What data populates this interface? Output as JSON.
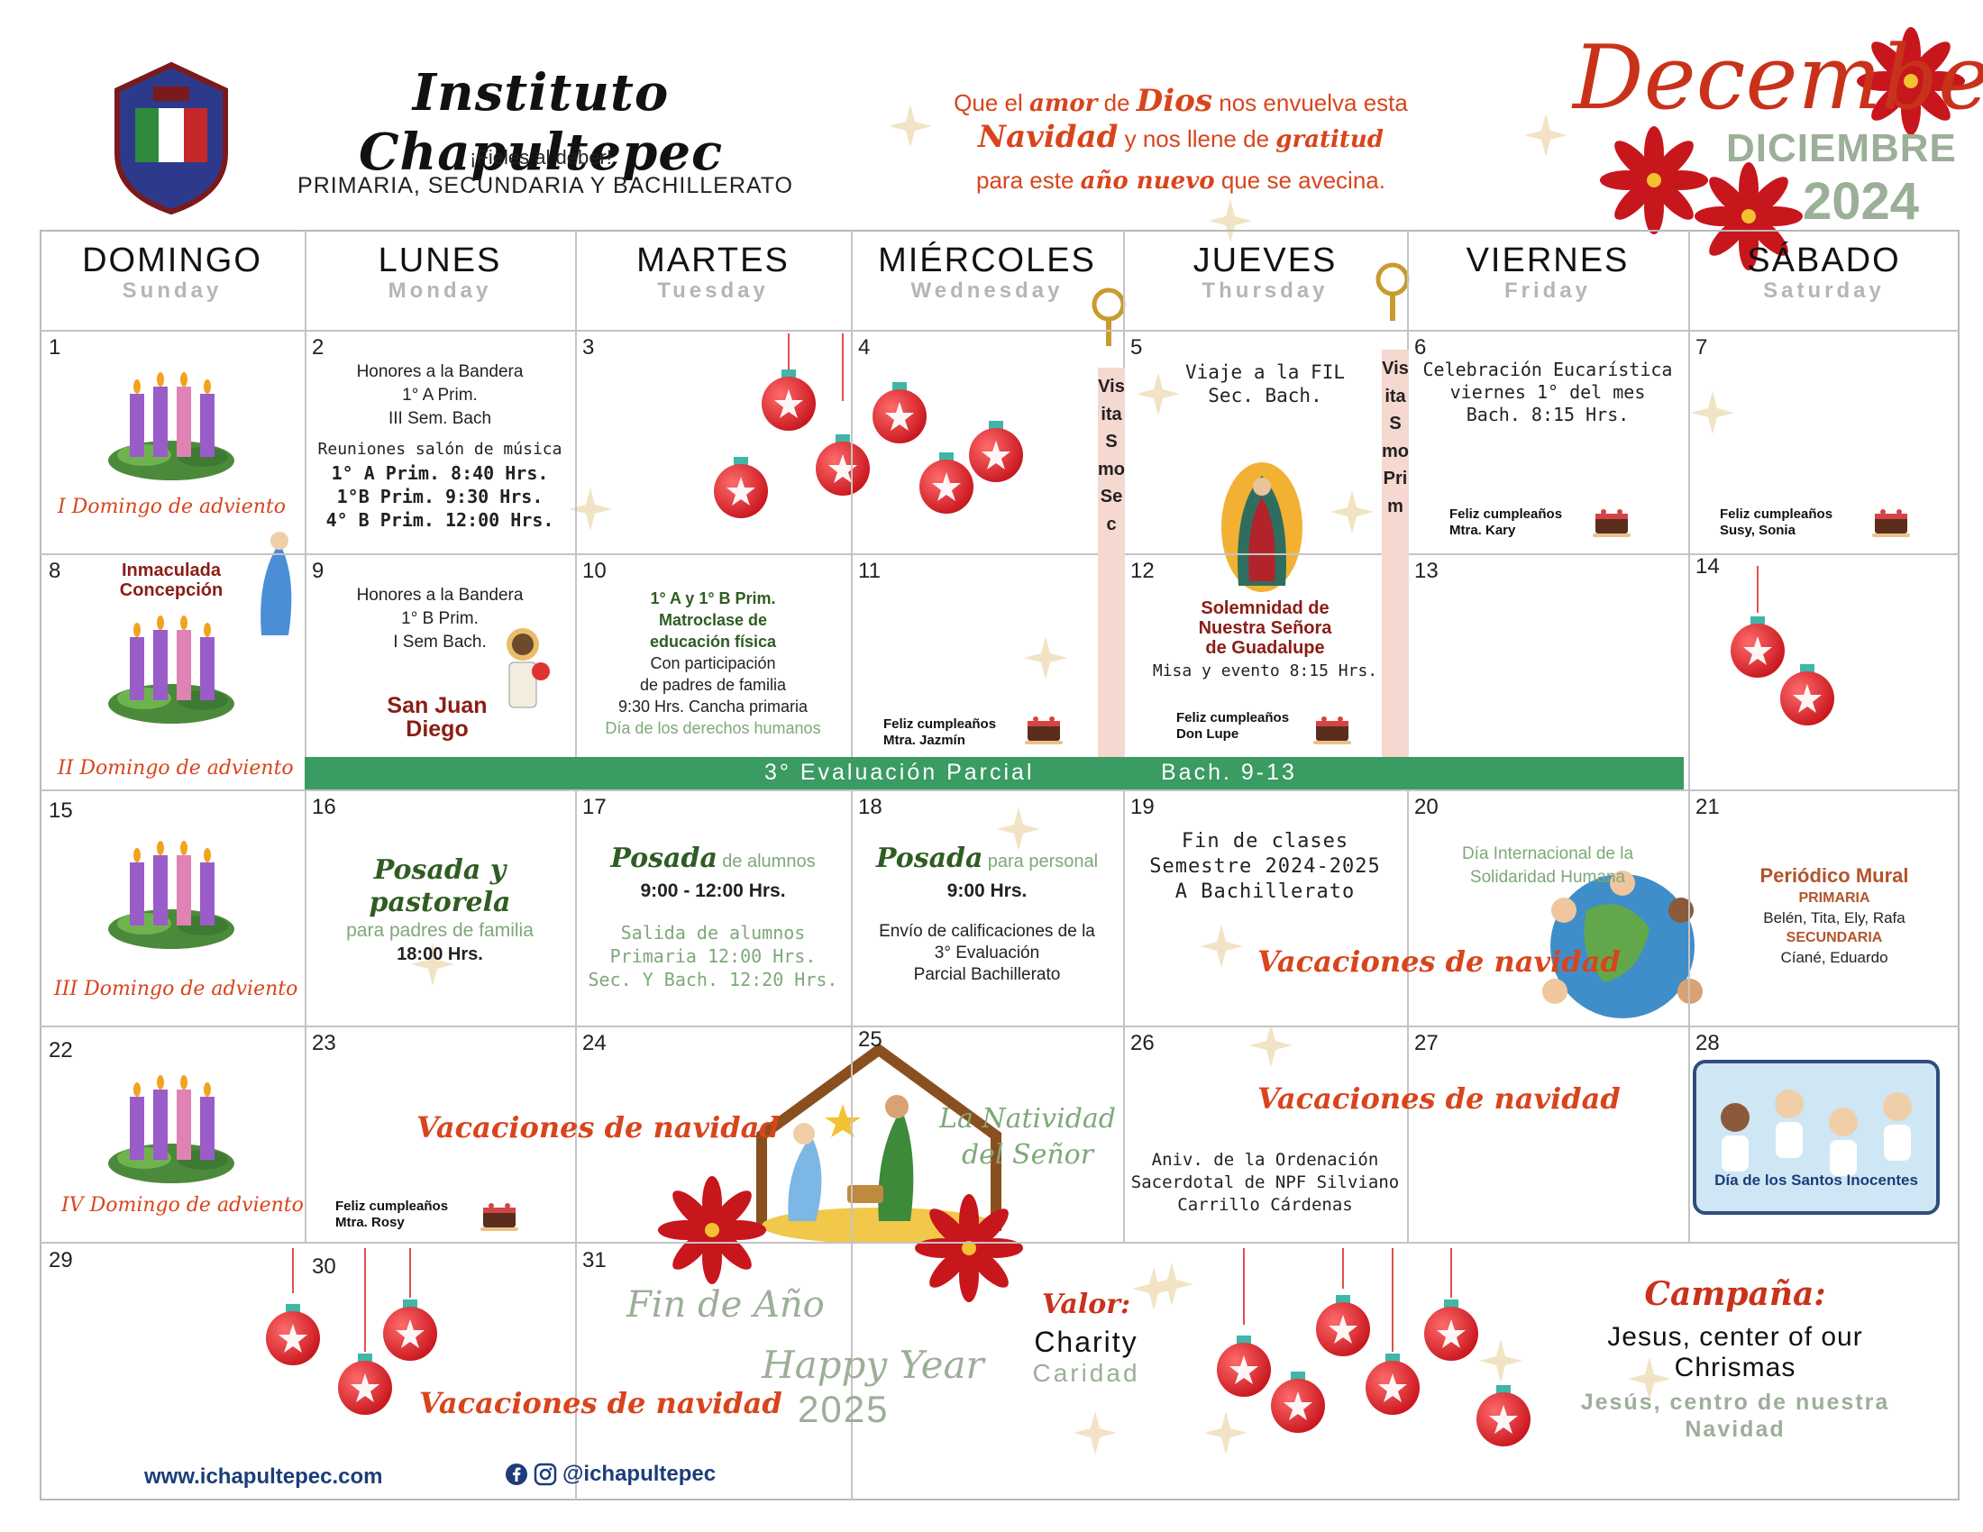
{
  "header": {
    "school_name": "Instituto Chapultepec",
    "motto": "¡Fieles al deber!",
    "levels": "PRIMARIA, SECUNDARIA Y BACHILLERATO",
    "quote_line1_a": "Que el",
    "quote_line1_b": "amor",
    "quote_line1_c": "de",
    "quote_line1_d": "Dios",
    "quote_line1_e": "nos envuelva esta",
    "quote_line2_a": "Navidad",
    "quote_line2_b": "y nos llene de",
    "quote_line2_c": "gratitud",
    "quote_line3_a": "para este",
    "quote_line3_b": "año nuevo",
    "quote_line3_c": "que se avecina.",
    "month_en": "December",
    "month_es": "DICIEMBRE",
    "year": "2024"
  },
  "days": [
    {
      "es": "DOMINGO",
      "en": "Sunday"
    },
    {
      "es": "LUNES",
      "en": "Monday"
    },
    {
      "es": "MARTES",
      "en": "Tuesday"
    },
    {
      "es": "MIÉRCOLES",
      "en": "Wednesday"
    },
    {
      "es": "JUEVES",
      "en": "Thursday"
    },
    {
      "es": "VIERNES",
      "en": "Friday"
    },
    {
      "es": "SÁBADO",
      "en": "Saturday"
    }
  ],
  "dates": [
    "1",
    "2",
    "3",
    "4",
    "5",
    "6",
    "7",
    "8",
    "9",
    "10",
    "11",
    "12",
    "13",
    "14",
    "15",
    "16",
    "17",
    "18",
    "19",
    "20",
    "21",
    "22",
    "23",
    "24",
    "25",
    "26",
    "27",
    "28",
    "29",
    "30",
    "31"
  ],
  "events": {
    "d2": {
      "l1": "Honores a la Bandera",
      "l2": "1° A Prim.",
      "l3": "III Sem. Bach",
      "l4": "Reuniones salón de música",
      "l5": "1° A Prim. 8:40 Hrs.",
      "l6": "1°B Prim. 9:30 Hrs.",
      "l7": "4° B Prim. 12:00 Hrs."
    },
    "d5": {
      "l1": "Viaje a la FIL",
      "l2": "Sec.  Bach."
    },
    "d6": {
      "l1": "Celebración Eucarística",
      "l2": "viernes 1° del mes",
      "l3": "Bach.  8:15 Hrs.",
      "bday_title": "Feliz cumpleaños",
      "bday_name": "Mtra. Kary"
    },
    "d7": {
      "bday_title": "Feliz cumpleaños",
      "bday_name": "Susy, Sonia"
    },
    "d8": {
      "l1": "Inmaculada",
      "l2": "Concepción"
    },
    "d9": {
      "l1": "Honores a la Bandera",
      "l2": "1° B Prim.",
      "l3": "I  Sem Bach.",
      "l4": "San Juan",
      "l5": "Diego"
    },
    "d10": {
      "l1": "1° A y 1° B Prim.",
      "l2": "Matroclase de",
      "l3": "educación física",
      "l4": "Con participación",
      "l5": "de padres de familia",
      "l6": "9:30 Hrs. Cancha primaria",
      "l7": "Día de los derechos humanos"
    },
    "d11": {
      "bday_title": "Feliz cumpleaños",
      "bday_name": "Mtra. Jazmín"
    },
    "d12": {
      "l1": "Solemnidad de",
      "l2": "Nuestra Señora",
      "l3": "de Guadalupe",
      "l4": "Misa y evento 8:15 Hrs.",
      "bday_title": "Feliz cumpleaños",
      "bday_name": "Don Lupe"
    },
    "d16": {
      "l1": "Posada y pastorela",
      "l2": "para padres de familia",
      "l3": "18:00 Hrs."
    },
    "d17": {
      "l1a": "Posada",
      "l1b": "de alumnos",
      "l2": "9:00 - 12:00 Hrs.",
      "l3": "Salida de alumnos",
      "l4": "Primaria 12:00 Hrs.",
      "l5": "Sec. Y Bach. 12:20 Hrs."
    },
    "d18": {
      "l1a": "Posada",
      "l1b": "para personal",
      "l2": "9:00 Hrs.",
      "l3": "Envío de calificaciones de la",
      "l4": "3° Evaluación",
      "l5": "Parcial Bachillerato"
    },
    "d19": {
      "l1": "Fin de clases",
      "l2": "Semestre 2024-2025",
      "l3": "A Bachillerato"
    },
    "d20": {
      "l1": "Día Internacional de la",
      "l2": "Solidaridad Humana"
    },
    "d21": {
      "l1": "Periódico Mural",
      "l2": "PRIMARIA",
      "l3": "Belén, Tita, Ely, Rafa",
      "l4": "SECUNDARIA",
      "l5": "Cíané, Eduardo"
    },
    "d23": {
      "bday_title": "Feliz cumpleaños",
      "bday_name": "Mtra. Rosy"
    },
    "d25": {
      "l1": "La Natividad",
      "l2": "del Señor"
    },
    "d26": {
      "l1": "Aniv. de la Ordenación",
      "l2": "Sacerdotal de NPF Silviano",
      "l3": "Carrillo Cárdenas"
    },
    "d28": {
      "l1": "Día de los",
      "l2": "Santos Inocentes"
    },
    "d31": {
      "l1": "Fin de Año",
      "l2": "Happy Year",
      "l3": "2025"
    }
  },
  "advent": [
    "I Domingo de adviento",
    "II Domingo de adviento",
    "III Domingo de adviento",
    "IV Domingo de adviento"
  ],
  "visita_sec": "VisitaSmoSec",
  "visita_prim": "VisitaSmoPrim",
  "evaluation_bar": {
    "left": "3° Evaluación Parcial",
    "right": "Bach. 9-13"
  },
  "vacaciones": "Vacaciones de navidad",
  "value": {
    "title": "Valor:",
    "en": "Charity",
    "es": "Caridad"
  },
  "campaign": {
    "title": "Campaña:",
    "en1": "Jesus, center of our",
    "en2": "Chrismas",
    "es1": "Jesús, centro de nuestra",
    "es2": "Navidad"
  },
  "footer": {
    "website": "www.ichapultepec.com",
    "social": "@ichapultepec"
  },
  "colors": {
    "accent_red": "#d8451c",
    "bar_green": "#3a9b63",
    "soft_green": "#9caf98",
    "visita_pink": "#f5d8cf"
  }
}
